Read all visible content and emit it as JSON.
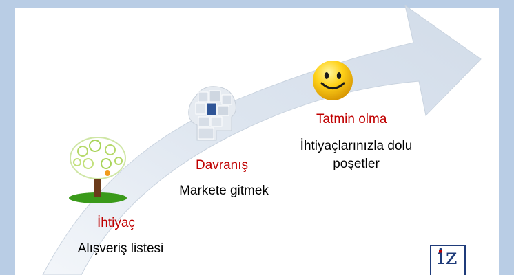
{
  "stages": [
    {
      "title": "İhtiyaç",
      "description": "Alışveriş listesi",
      "icon": "tree-icon"
    },
    {
      "title": "Davranış",
      "description": "Markete gitmek",
      "icon": "puzzle-head-icon"
    },
    {
      "title": "Tatmin olma",
      "description": "İhtiyaçlarınızla dolu poşetler",
      "description_line1": "İhtiyaçlarınızla dolu",
      "description_line2": "poşetler",
      "icon": "smiley-icon"
    }
  ],
  "logo": {
    "text": "iz"
  },
  "colors": {
    "title": "#c00000",
    "text": "#000000",
    "border": "#b9cde5",
    "arrow": "#dfe6ef",
    "logo": "#1f3b7a"
  }
}
